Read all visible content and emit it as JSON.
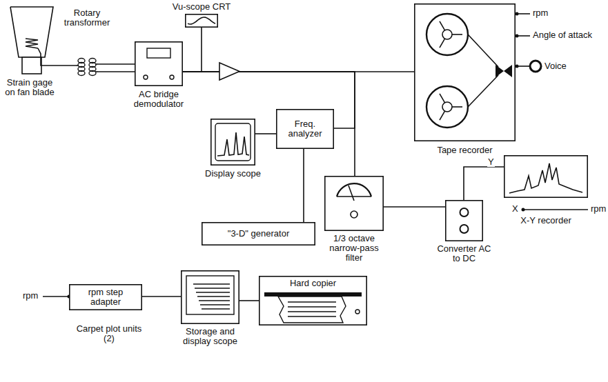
{
  "diagram": {
    "nodes": [
      {
        "text": [
          "Strain gage on fan blade"
        ]
      },
      {
        "text": [
          "Rotary transformer"
        ]
      },
      {
        "text": [
          "AC bridge demodulator"
        ]
      },
      {
        "text": [
          "Vu-scope CRT"
        ]
      },
      {
        "text": [
          "Tape recorder"
        ]
      },
      {
        "text": [
          "Freq. analyzer"
        ]
      },
      {
        "text": [
          "Display scope"
        ]
      },
      {
        "text": [
          "\"3-D\" generator"
        ]
      },
      {
        "text": [
          "1/3 octave narrow-pass filter"
        ]
      },
      {
        "text": [
          "Converter AC to DC"
        ]
      },
      {
        "text": [
          "X-Y recorder"
        ]
      },
      {
        "text": [
          "rpm step adapter"
        ]
      },
      {
        "text": [
          "Storage and display scope"
        ]
      },
      {
        "text": [
          "Hard copier"
        ]
      }
    ],
    "edges": [
      {
        "from": 0,
        "to": 1,
        "arrow": "none"
      },
      {
        "from": 1,
        "to": 2,
        "arrow": "none"
      },
      {
        "from": 2,
        "to": 3,
        "arrow": "none"
      },
      {
        "from": 2,
        "to": 4,
        "arrow": "none"
      },
      {
        "from": 2,
        "to": 5,
        "arrow": "none"
      },
      {
        "from": 2,
        "to": 8,
        "arrow": "none"
      },
      {
        "from": 5,
        "to": 6,
        "arrow": "none"
      },
      {
        "from": 7,
        "to": 5,
        "arrow": "none"
      },
      {
        "from": 8,
        "to": 9,
        "arrow": "none"
      },
      {
        "from": 9,
        "to": 10,
        "label": "Y",
        "arrow": "none"
      },
      {
        "from": 11,
        "to": 12,
        "arrow": "none"
      },
      {
        "from": 12,
        "to": 13,
        "arrow": "none"
      }
    ],
    "labels": [
      "rpm",
      "Angle of attack",
      "Voice",
      "X",
      "rpm",
      "rpm",
      "Carpet plot units (2)"
    ]
  }
}
